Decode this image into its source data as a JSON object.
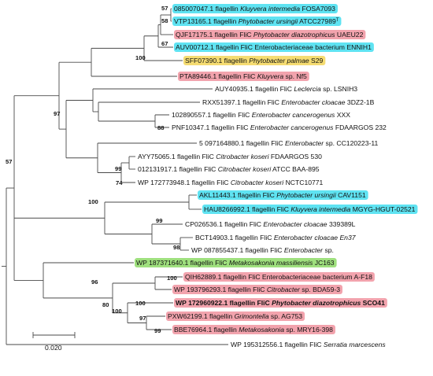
{
  "colors": {
    "cyan": "#5fe3f2",
    "pink": "#f2a3ad",
    "yellow": "#f5dc72",
    "green": "#9fe07e",
    "branch": "#4a4a4a"
  },
  "scale_bar": {
    "label": "0.020",
    "length": 0.02
  },
  "leaves": [
    {
      "id": "085007047",
      "pre": "085007047.1 flagellin ",
      "ital": "Kluyvera intermedia",
      "post": " FOSA7093",
      "highlight": "cyan"
    },
    {
      "id": "VTP13165",
      "pre": "VTP13165.1 flagellin ",
      "ital": "Phytobacter ursingii",
      "post": " ATCC27989",
      "sup": "T",
      "highlight": "cyan"
    },
    {
      "id": "QJF17175",
      "pre": "QJF17175.1 flagellin FliC ",
      "ital": "Phytobacter diazotrophicus",
      "post": " UAEU22",
      "highlight": "pink"
    },
    {
      "id": "AUV00712",
      "pre": "AUV00712.1 flagellin FliC Enterobacteriaceae bacterium ENNIH1",
      "ital": "",
      "post": "",
      "highlight": "cyan"
    },
    {
      "id": "SFF07390",
      "pre": "SFF07390.1 flagellin ",
      "ital": "Phytobacter palmae",
      "post": " S29",
      "highlight": "yellow"
    },
    {
      "id": "PTA89446",
      "pre": "PTA89446.1 flagellin FliC ",
      "ital": "Kluyvera",
      "post": " sp. Nf5",
      "highlight": "pink"
    },
    {
      "id": "AUY40935",
      "pre": "AUY40935.1 flagellin FliC ",
      "ital": "Leclercia",
      "post": " sp. LSNIH3",
      "highlight": ""
    },
    {
      "id": "RXX51397",
      "pre": "RXX51397.1 flagellin FliC ",
      "ital": "Enterobacter cloacae",
      "post": " 3DZ2-1B",
      "highlight": ""
    },
    {
      "id": "102890557",
      "pre": "102890557.1 flagellin FliC ",
      "ital": "Enterobacter cancerogenus",
      "post": " XXX",
      "highlight": ""
    },
    {
      "id": "PNF10347",
      "pre": "PNF10347.1 flagellin FliC ",
      "ital": "Enterobacter cancerogenus",
      "post": " FDAARGOS 232",
      "highlight": ""
    },
    {
      "id": "097164880",
      "pre": "5 097164880.1 flagellin FliC ",
      "ital": "Enterobacter",
      "post": " sp. CC120223-11",
      "highlight": ""
    },
    {
      "id": "AYY75065",
      "pre": "AYY75065.1 flagellin FliC ",
      "ital": "Citrobacter koseri",
      "post": " FDAARGOS 530",
      "highlight": ""
    },
    {
      "id": "012131917",
      "pre": "012131917.1 flagellin FliC ",
      "ital": "Citrobacter koseri",
      "post": " ATCC BAA-895",
      "highlight": ""
    },
    {
      "id": "172773948",
      "pre": "WP 172773948.1 flagellin FliC ",
      "ital": "Citrobacter koseri",
      "post": " NCTC10771",
      "highlight": ""
    },
    {
      "id": "AKL11443",
      "pre": "AKL11443.1 flagellin FliC ",
      "ital": "Phytobacter ursingii",
      "post": " CAV1151",
      "highlight": "cyan"
    },
    {
      "id": "HAU8266992",
      "pre": "HAU8266992.1 flagellin FliC ",
      "ital": "Kluyvera intermedia",
      "post": " MGYG-HGUT-02521",
      "highlight": "cyan"
    },
    {
      "id": "CP026536",
      "pre": "CP026536.1 flagellin FliC ",
      "ital": "Enterobacter cloacae",
      "post": " 339389L",
      "highlight": ""
    },
    {
      "id": "BCT14903",
      "pre": "BCT14903.1 flagellin FliC ",
      "ital": "Enterobacter cloacae En37",
      "post": "",
      "highlight": ""
    },
    {
      "id": "087855437",
      "pre": "WP 087855437.1 flagellin FliC ",
      "ital": "Enterobacter",
      "post": " sp.",
      "highlight": ""
    },
    {
      "id": "187371640",
      "pre": "WP 187371640.1 flagellin FliC ",
      "ital": "Metakosakonia massiliensis",
      "post": " JC163",
      "highlight": "green"
    },
    {
      "id": "QIH62889",
      "pre": "QIH62889.1 flagellin FliC Enterobacteriaceae bacterium A-F18",
      "ital": "",
      "post": "",
      "highlight": "pink"
    },
    {
      "id": "193796293",
      "pre": "WP 193796293.1 flagellin FliC ",
      "ital": "Citrobacter",
      "post": " sp. BDA59-3",
      "highlight": "pink"
    },
    {
      "id": "172960922",
      "pre": "WP 172960922.1 flagellin FliC ",
      "ital": "Phytobacter diazotrophicus",
      "post": " SCO41",
      "highlight": "pink",
      "bold": true
    },
    {
      "id": "PXW62199",
      "pre": "PXW62199.1 flagellin ",
      "ital": "Grimontella",
      "post": " sp. AG753",
      "highlight": "pink"
    },
    {
      "id": "BBE76964",
      "pre": "BBE76964.1 flagellin ",
      "ital": "Metakosakonia",
      "post": " sp. MRY16-398",
      "highlight": "pink"
    },
    {
      "id": "195312556",
      "pre": "WP 195312556.1 flagellin FliC ",
      "ital": "Serratia marcescens",
      "post": "",
      "highlight": ""
    }
  ],
  "bootstrap": [
    "57",
    "58",
    "67",
    "100",
    "88",
    "97",
    "57",
    "99",
    "74",
    "100",
    "99",
    "98",
    "100",
    "100",
    "100",
    "96",
    "80",
    "97",
    "99"
  ]
}
